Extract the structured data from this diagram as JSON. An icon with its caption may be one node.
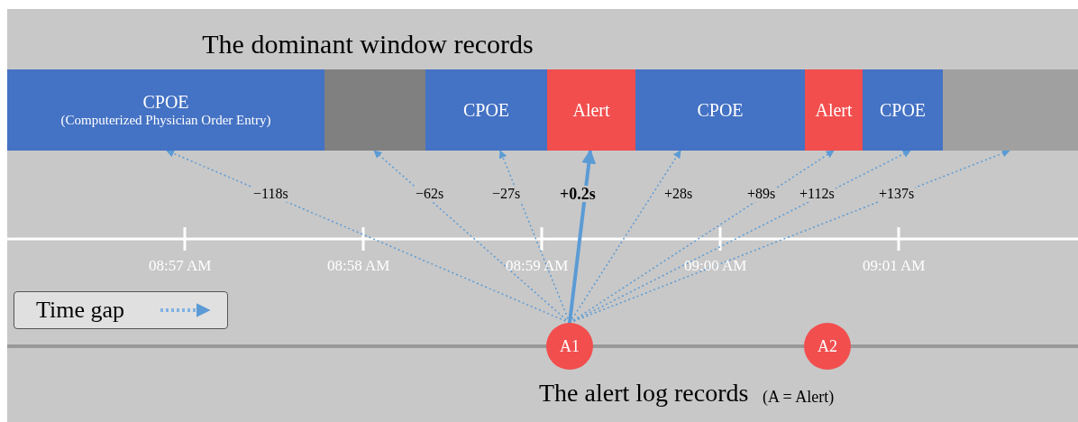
{
  "diagram": {
    "title": "The dominant window records",
    "nodes": [
      {
        "text": [
          "CPOE",
          "(Computerized Physician Order Entry)"
        ]
      },
      {
        "text": [],
        "shape": "box"
      },
      {
        "text": [
          "CPOE"
        ]
      },
      {
        "text": [
          "Alert"
        ]
      },
      {
        "text": [
          "CPOE"
        ]
      },
      {
        "text": [
          "Alert"
        ]
      },
      {
        "text": [
          "CPOE"
        ]
      },
      {
        "text": [],
        "shape": "box"
      },
      {
        "text": [
          "A1"
        ]
      },
      {
        "text": [
          "A2"
        ]
      }
    ],
    "edges": [
      {
        "from": 8,
        "to": 0,
        "arrow": "to",
        "label": "−118s",
        "style": "dashed"
      },
      {
        "from": 8,
        "to": 1,
        "arrow": "to",
        "label": "−62s",
        "style": "dashed"
      },
      {
        "from": 8,
        "to": 2,
        "arrow": "to",
        "label": "−27s",
        "style": "dashed"
      },
      {
        "from": 8,
        "to": 3,
        "arrow": "to",
        "label": "+0.2s",
        "style": "thick"
      },
      {
        "from": 8,
        "to": 4,
        "arrow": "to",
        "label": "+28s",
        "style": "dashed"
      },
      {
        "from": 8,
        "to": 5,
        "arrow": "to",
        "label": "+89s",
        "style": "dashed"
      },
      {
        "from": 8,
        "to": 6,
        "arrow": "to",
        "label": "+112s",
        "style": "dashed"
      },
      {
        "from": 8,
        "to": 7,
        "arrow": "to",
        "label": "+137s",
        "style": "dashed"
      }
    ],
    "labels": [
      "08:57 AM",
      "08:58 AM",
      "08:59 AM",
      "09:00 AM",
      "09:01 AM",
      "The alert log records",
      "(A = Alert)"
    ],
    "legend": [
      {
        "text": "Time gap"
      }
    ]
  }
}
